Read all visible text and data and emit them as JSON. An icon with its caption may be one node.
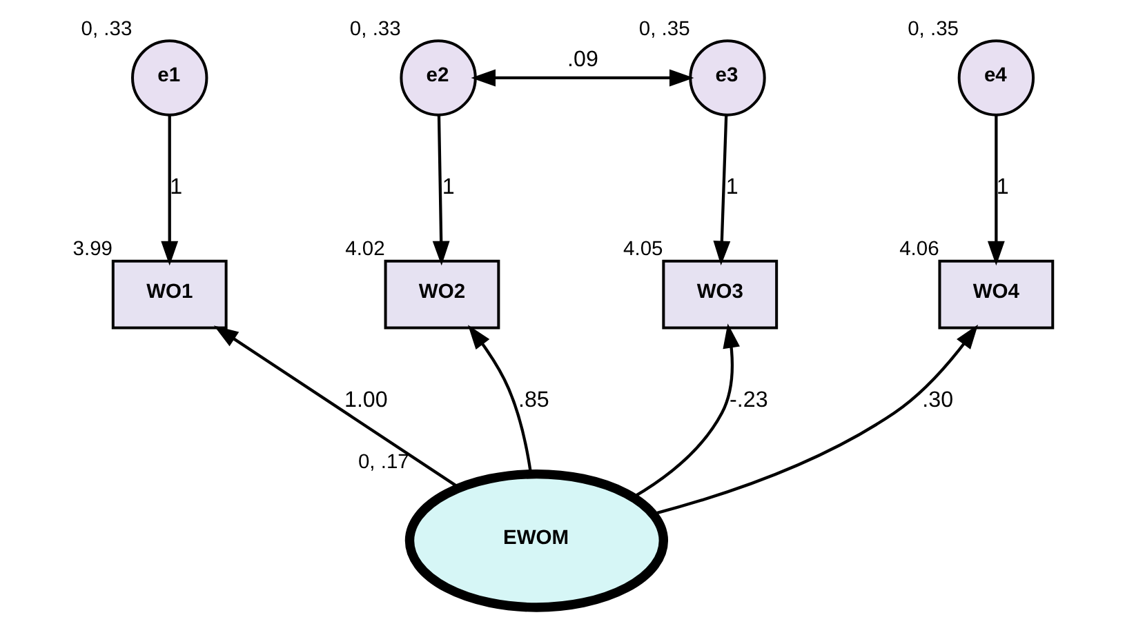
{
  "diagram": {
    "nodes": [
      {
        "text": [
          "e1"
        ],
        "beside": [
          "0, .33"
        ]
      },
      {
        "text": [
          "e2"
        ],
        "beside": [
          "0, .33"
        ]
      },
      {
        "text": [
          "e3"
        ],
        "beside": [
          "0, .35"
        ]
      },
      {
        "text": [
          "e4"
        ],
        "beside": [
          "0, .35"
        ]
      },
      {
        "text": [
          "WO1"
        ],
        "beside": [
          "3.99"
        ]
      },
      {
        "text": [
          "WO2"
        ],
        "beside": [
          "4.02"
        ]
      },
      {
        "text": [
          "WO3"
        ],
        "beside": [
          "4.05"
        ]
      },
      {
        "text": [
          "WO4"
        ],
        "beside": [
          "4.06"
        ]
      },
      {
        "text": [
          "EWOM"
        ],
        "beside": [
          "0, .17"
        ]
      }
    ],
    "edges": [
      {
        "from": 1,
        "to": 2,
        "arrow": "both",
        "label": ".09"
      },
      {
        "from": 0,
        "to": 4,
        "arrow": "to",
        "label": "1"
      },
      {
        "from": 1,
        "to": 5,
        "arrow": "to",
        "label": "1"
      },
      {
        "from": 2,
        "to": 6,
        "arrow": "to",
        "label": "1"
      },
      {
        "from": 3,
        "to": 7,
        "arrow": "to",
        "label": "1"
      },
      {
        "from": 8,
        "to": 4,
        "arrow": "to",
        "label": "1.00"
      },
      {
        "from": 8,
        "to": 5,
        "arrow": "to",
        "label": ".85"
      },
      {
        "from": 8,
        "to": 6,
        "arrow": "to",
        "label": "-.23"
      },
      {
        "from": 8,
        "to": 7,
        "arrow": "to",
        "label": ".30"
      }
    ]
  }
}
